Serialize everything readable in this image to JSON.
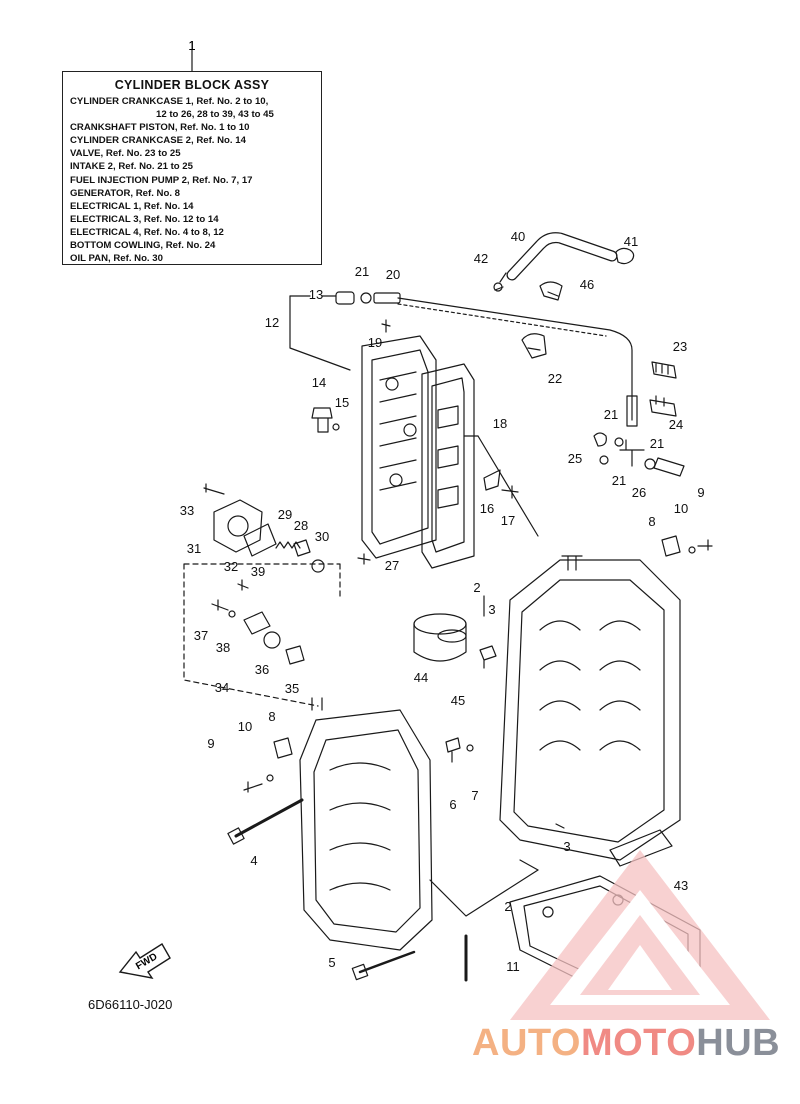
{
  "legend": {
    "ref_number": "1",
    "title": "CYLINDER BLOCK ASSY",
    "lines": [
      {
        "text": "CYLINDER CRANKCASE 1,  Ref. No. 2 to 10,",
        "indent": false
      },
      {
        "text": "12 to 26, 28 to 39, 43 to 45",
        "indent": true
      },
      {
        "text": "CRANKSHAFT PISTON,  Ref. No. 1 to 10",
        "indent": false
      },
      {
        "text": "CYLINDER CRANKCASE 2,  Ref. No. 14",
        "indent": false
      },
      {
        "text": "VALVE,  Ref. No. 23 to 25",
        "indent": false
      },
      {
        "text": "INTAKE 2,  Ref. No. 21 to 25",
        "indent": false
      },
      {
        "text": "FUEL INJECTION PUMP 2,  Ref. No. 7, 17",
        "indent": false
      },
      {
        "text": "GENERATOR,  Ref. No. 8",
        "indent": false
      },
      {
        "text": "ELECTRICAL 1,  Ref. No. 14",
        "indent": false
      },
      {
        "text": "ELECTRICAL 3,  Ref. No. 12 to 14",
        "indent": false
      },
      {
        "text": "ELECTRICAL 4,  Ref. No. 4 to 8, 12",
        "indent": false
      },
      {
        "text": "BOTTOM COWLING,  Ref. No. 24",
        "indent": false
      },
      {
        "text": "OIL PAN,  Ref. No. 30",
        "indent": false
      }
    ]
  },
  "callouts": [
    "40",
    "41",
    "42",
    "46",
    "21",
    "20",
    "13",
    "12",
    "19",
    "22",
    "23",
    "24",
    "14",
    "15",
    "18",
    "21",
    "21",
    "26",
    "25",
    "21",
    "33",
    "16",
    "17",
    "9",
    "10",
    "8",
    "29",
    "28",
    "30",
    "31",
    "32",
    "27",
    "39",
    "2",
    "3",
    "37",
    "38",
    "36",
    "35",
    "34",
    "44",
    "45",
    "8",
    "10",
    "9",
    "6",
    "7",
    "3",
    "4",
    "2",
    "43",
    "5",
    "11",
    "1"
  ],
  "diagram_code": "6D66110-J020",
  "fwd_label": "FWD",
  "watermark": {
    "part1": "AUTO",
    "part2": "MOTO",
    "part3": "HUB"
  },
  "colors": {
    "line": "#1a1a1a",
    "wm_triangle": "#f2a7a7",
    "wm_auto": "#f4b183",
    "wm_moto": "#f08a84",
    "wm_hub": "#8a8f99"
  }
}
